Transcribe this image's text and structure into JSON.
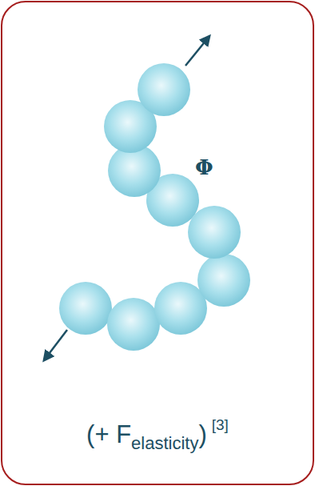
{
  "diagram": {
    "labels": [
      "Φ",
      "(+ F",
      "elasticity",
      ")",
      "[3]"
    ]
  }
}
